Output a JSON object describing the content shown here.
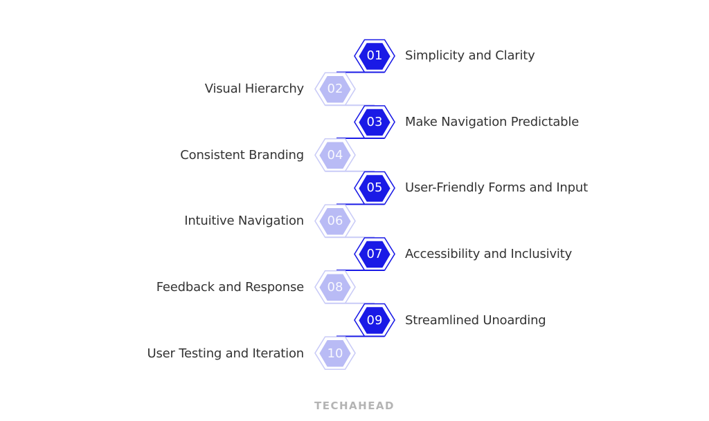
{
  "colors": {
    "dark_fill": "#1a1ae6",
    "dark_outline": "#1a1ae6",
    "light_fill": "#b9bbf5",
    "light_outline": "#c9cbf7",
    "label_text": "#333333",
    "number_text": "#ffffff",
    "logo_text": "#b4b4b4"
  },
  "steps": [
    {
      "number": "01",
      "label": "Simplicity and Clarity",
      "side": "right",
      "style": "dark"
    },
    {
      "number": "02",
      "label": "Visual Hierarchy",
      "side": "left",
      "style": "light"
    },
    {
      "number": "03",
      "label": "Make Navigation Predictable",
      "side": "right",
      "style": "dark"
    },
    {
      "number": "04",
      "label": "Consistent Branding",
      "side": "left",
      "style": "light"
    },
    {
      "number": "05",
      "label": "User-Friendly Forms and Input",
      "side": "right",
      "style": "dark"
    },
    {
      "number": "06",
      "label": "Intuitive Navigation",
      "side": "left",
      "style": "light"
    },
    {
      "number": "07",
      "label": "Accessibility and Inclusivity",
      "side": "right",
      "style": "dark"
    },
    {
      "number": "08",
      "label": "Feedback and Response",
      "side": "left",
      "style": "light"
    },
    {
      "number": "09",
      "label": "Streamlined Unoarding",
      "side": "right",
      "style": "dark"
    },
    {
      "number": "10",
      "label": "User Testing and Iteration",
      "side": "left",
      "style": "light"
    }
  ],
  "footer": {
    "logo": "TECHAHEAD"
  }
}
